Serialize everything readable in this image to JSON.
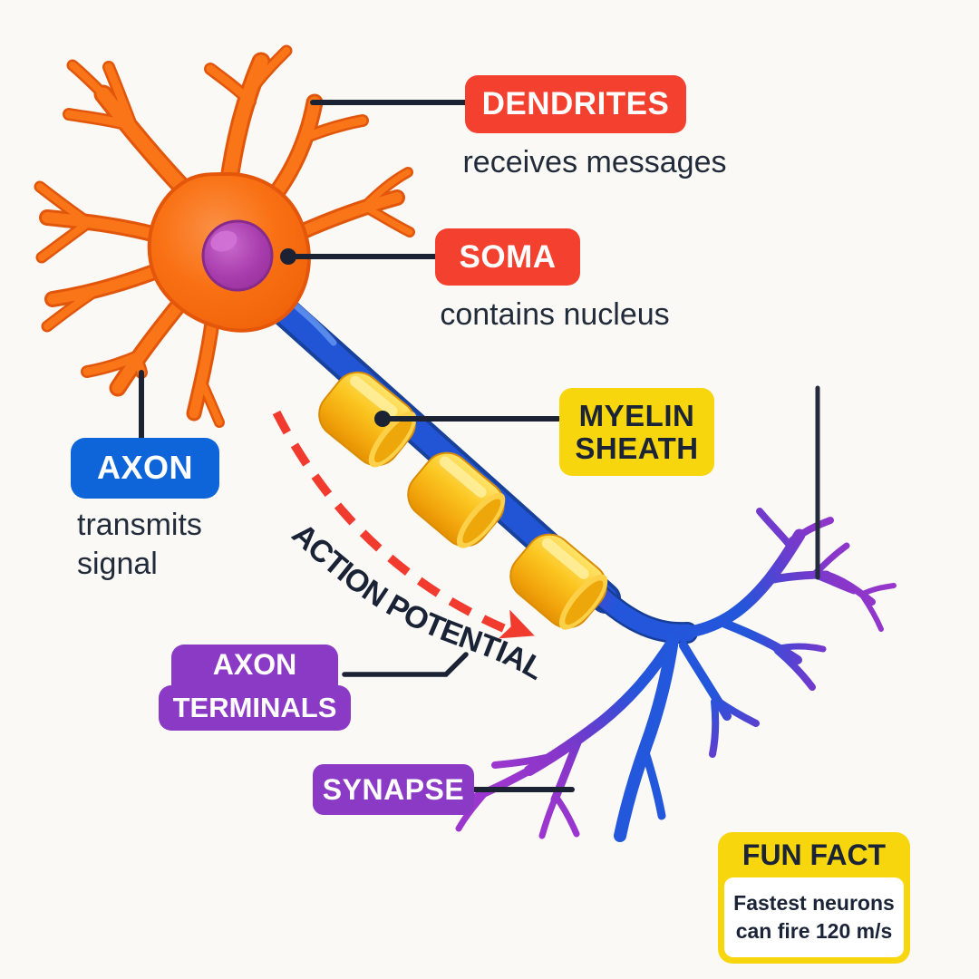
{
  "labels": {
    "dendrites": {
      "title": "DENDRITES",
      "description": "receives messages"
    },
    "soma": {
      "title": "SOMA",
      "description": "contains nucleus"
    },
    "axon": {
      "title": "AXON",
      "description": "transmits signal"
    },
    "myelin_sheath": {
      "line1": "MYELIN",
      "line2": "SHEATH"
    },
    "action_potential": {
      "text": "ACTION POTENTIAL"
    },
    "axon_terminals": {
      "line1": "AXON",
      "line2": "TERMINALS"
    },
    "synapse": {
      "title": "SYNAPSE"
    },
    "fun_fact": {
      "title": "FUN FACT",
      "body_line1": "Fastest neurons",
      "body_line2": "can fire 120 m/s"
    }
  },
  "colors": {
    "label_red": "#F4412F",
    "label_blue": "#0E65D9",
    "label_yellow": "#F7D60D",
    "label_purple": "#8B3AC6",
    "navy_text": "#1B2437",
    "leader_line": "#1A2233",
    "action_arrow_red": "#F23B2F",
    "soma_orange": "#F97114",
    "nucleus_purple": "#A83CAC",
    "axon_blue": "#2155D6",
    "myelin_yellow": "#FBC722",
    "terminal_purple": "#9B36CE",
    "background": "#FAF9F6"
  }
}
